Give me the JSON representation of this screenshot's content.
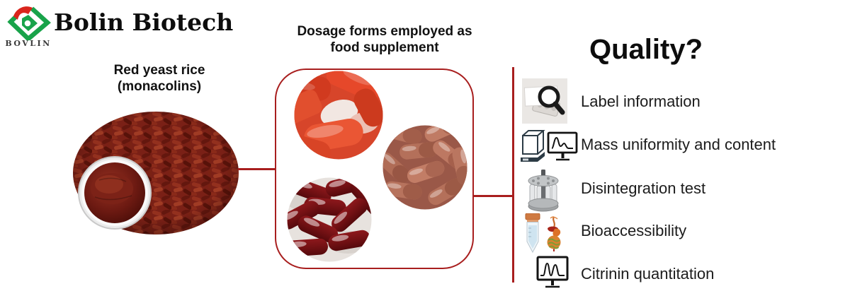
{
  "logo": {
    "brand": "Bolin Biotech",
    "wordmark": "BOVLIN",
    "colors": {
      "green": "#18A34A",
      "red": "#D9251C"
    }
  },
  "left": {
    "title": "Red yeast rice",
    "subtitle": "(monacolins)",
    "image": "red-yeast-rice-grains-oval-photo-with-powder-dish"
  },
  "middle": {
    "heading1": "Dosage forms employed as",
    "heading2": "food supplement",
    "images": [
      "red-orange-tablets-circle-photo",
      "reddish-brown-capsules-circle-photo",
      "dark-red-softgel-capsules-circle-photo"
    ]
  },
  "right": {
    "heading": "Quality?",
    "items": [
      {
        "label": "Label information",
        "icon": "label-magnifier-icon"
      },
      {
        "label": "Mass uniformity and content",
        "icon": "analytical-balance-and-chromatogram-monitor-icon"
      },
      {
        "label": "Disintegration test",
        "icon": "disintegration-apparatus-icon"
      },
      {
        "label": "Bioaccessibility",
        "icon": "falcon-tube-and-digestive-system-icon"
      },
      {
        "label": "Citrinin quantitation",
        "icon": "chromatogram-monitor-icon"
      }
    ]
  },
  "colors": {
    "accent_red": "#A81E1E"
  }
}
